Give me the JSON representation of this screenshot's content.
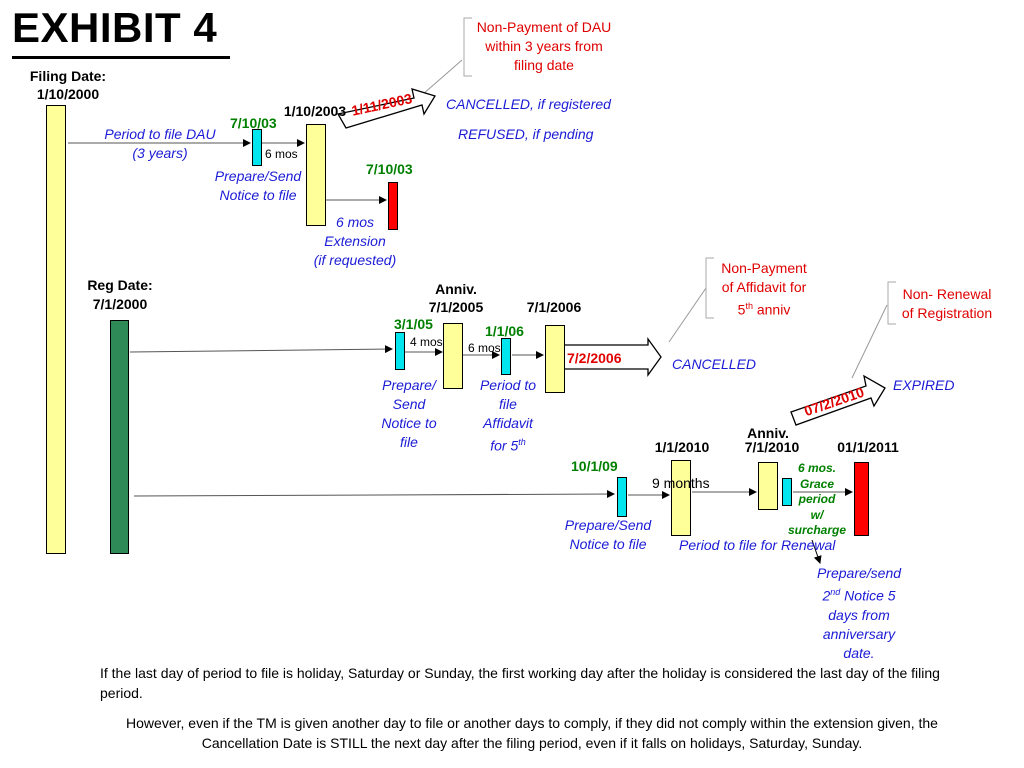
{
  "title": "EXHIBIT 4",
  "filing": {
    "label": "Filing Date:",
    "date": "1/10/2000",
    "period_text": "Period to file DAU",
    "period_years": "(3 years)",
    "notice_date": "7/10/03",
    "mos6": "6 mos",
    "notice_label_1": "Prepare/Send",
    "notice_label_2": "Notice to file",
    "deadline": "1/10/2003",
    "ext_date": "7/10/03",
    "ext_label_1": "6 mos",
    "ext_label_2": "Extension",
    "ext_label_3": "(if requested)",
    "arrow_date": "1/11/2003",
    "callout_1": "Non-Payment of DAU",
    "callout_2": "within 3 years from",
    "callout_3": "filing date",
    "result_1": "CANCELLED, if registered",
    "result_2": "REFUSED, if pending"
  },
  "registration": {
    "label": "Reg Date:",
    "date": "7/1/2000",
    "anniv_label": "Anniv.",
    "anniv_date": "7/1/2005",
    "deadline": "7/1/2006",
    "notice_date": "3/1/05",
    "mos4": "4 mos",
    "notice_label": [
      "Prepare/",
      "Send",
      "Notice to",
      "file"
    ],
    "aff_date": "1/1/06",
    "mos6": "6 mos",
    "aff_label": [
      "Period to",
      "file",
      "Affidavit",
      "for 5"
    ],
    "aff_sup": "th",
    "arrow_date": "7/2/2006",
    "callout_1": "Non-Payment",
    "callout_2": "of Affidavit for",
    "callout_3": "5",
    "callout_sup": "th",
    "callout_tail": " anniv",
    "result": "CANCELLED"
  },
  "renewal": {
    "notice_date": "10/1/09",
    "notice_label_1": "Prepare/Send",
    "notice_label_2": "Notice to file",
    "start_date": "1/1/2010",
    "months": "9 months",
    "anniv_label": "Anniv.",
    "anniv_date": "7/1/2010",
    "end_date": "01/1/2011",
    "grace": [
      "6 mos.",
      "Grace",
      "period",
      "w/",
      "surcharge"
    ],
    "period_label": "Period to file for Renewal",
    "second_notice": [
      "Prepare/send",
      "2",
      "nd",
      " Notice 5",
      "days from",
      "anniversary",
      "date."
    ],
    "arrow_date": "07/2/2010",
    "callout_1": "Non- Renewal",
    "callout_2": "of Registration",
    "result": "EXPIRED"
  },
  "notes": {
    "note1": "If the last day of period to file is holiday, Saturday or Sunday, the first working day after the holiday is considered the last day of the filing period.",
    "note2": "However, even if the TM is given another day to file or another days to comply, if they did not comply within the extension given, the Cancellation Date is STILL the next day after the filing period, even if it falls on holidays, Saturday, Sunday."
  }
}
